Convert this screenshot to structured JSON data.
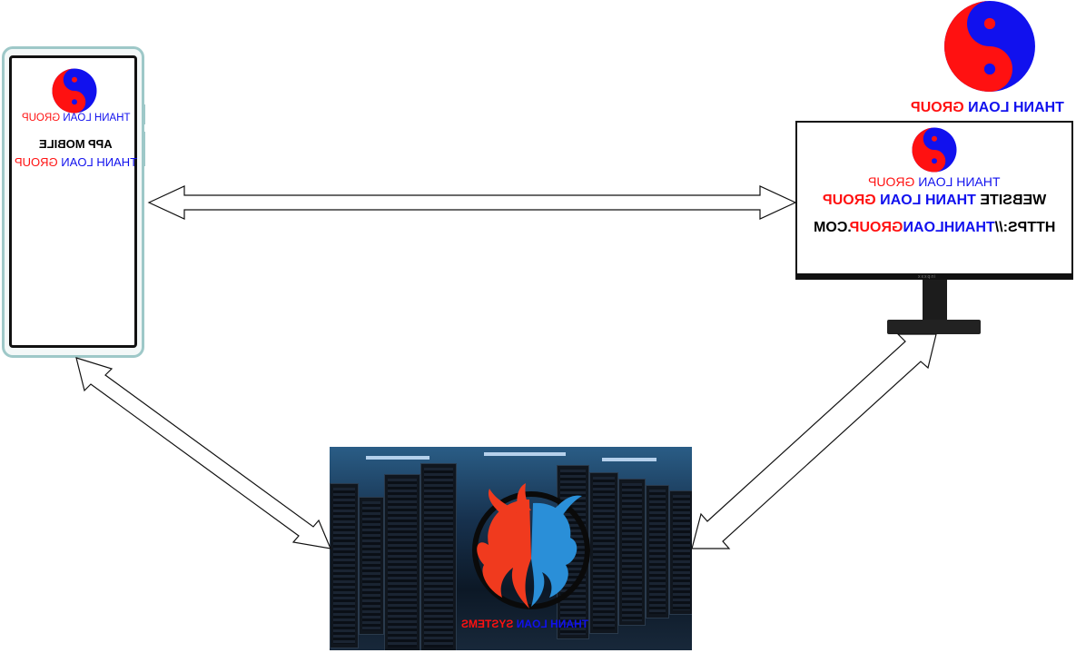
{
  "phone": {
    "brand_parts": [
      {
        "text": "THANH LOAN ",
        "color": "#1111ee"
      },
      {
        "text": "GROUP",
        "color": "#ff1111"
      }
    ],
    "app_label": "APP MOBILE",
    "name_parts": [
      {
        "text": "THANH LOAN ",
        "color": "#1111ee"
      },
      {
        "text": "GROUP",
        "color": "#ff1111"
      }
    ]
  },
  "top_right": {
    "brand_parts": [
      {
        "text": "THANH LOAN ",
        "color": "#1111ee"
      },
      {
        "text": "GROUP",
        "color": "#ff1111"
      }
    ]
  },
  "monitor": {
    "brand_parts": [
      {
        "text": "THANH LOAN ",
        "color": "#1111ee"
      },
      {
        "text": "GROUP",
        "color": "#ff1111"
      }
    ],
    "website_parts": [
      {
        "text": "WEBSITE ",
        "color": "#000000"
      },
      {
        "text": "THANH LOAN ",
        "color": "#1111ee"
      },
      {
        "text": "GROUP",
        "color": "#ff1111"
      }
    ],
    "url_parts": [
      {
        "text": "HTTPS://",
        "color": "#000000"
      },
      {
        "text": "THANHLOAN",
        "color": "#1111ee"
      },
      {
        "text": "GROUP",
        "color": "#ff1111"
      },
      {
        "text": ".COM",
        "color": "#000000"
      }
    ],
    "model_text": "inpxxx"
  },
  "server": {
    "caption_parts": [
      {
        "text": "THANH LOAN ",
        "color": "#1111ee"
      },
      {
        "text": "SYSTEMS",
        "color": "#ff1111"
      }
    ]
  },
  "colors": {
    "logo_red": "#ff1111",
    "logo_blue": "#1111ee",
    "phoenix": "#f03a1e",
    "dragon": "#2a8fd8"
  }
}
